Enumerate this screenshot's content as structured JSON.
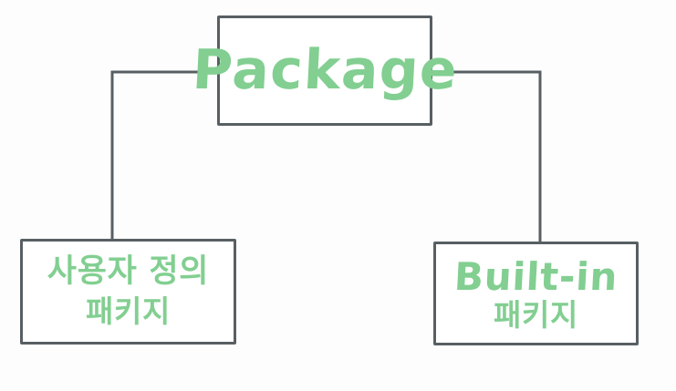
{
  "diagram": {
    "type": "tree",
    "title": "Package classification diagram",
    "background_color": "#fdfdfd",
    "border_color": "#585f63",
    "text_color": "#82cf91",
    "nodes": [
      {
        "id": "package",
        "role": "root",
        "lines": [
          "Package"
        ]
      },
      {
        "id": "user-defined",
        "role": "child",
        "lines": [
          "사용자 정의",
          "패키지"
        ]
      },
      {
        "id": "built-in",
        "role": "child",
        "lines": [
          "Built-in",
          "패키지"
        ]
      }
    ],
    "edges": [
      {
        "id": "edge-package-to-user-defined",
        "from": "package",
        "to": "user-defined"
      },
      {
        "id": "edge-package-to-built-in",
        "from": "package",
        "to": "built-in"
      }
    ]
  }
}
